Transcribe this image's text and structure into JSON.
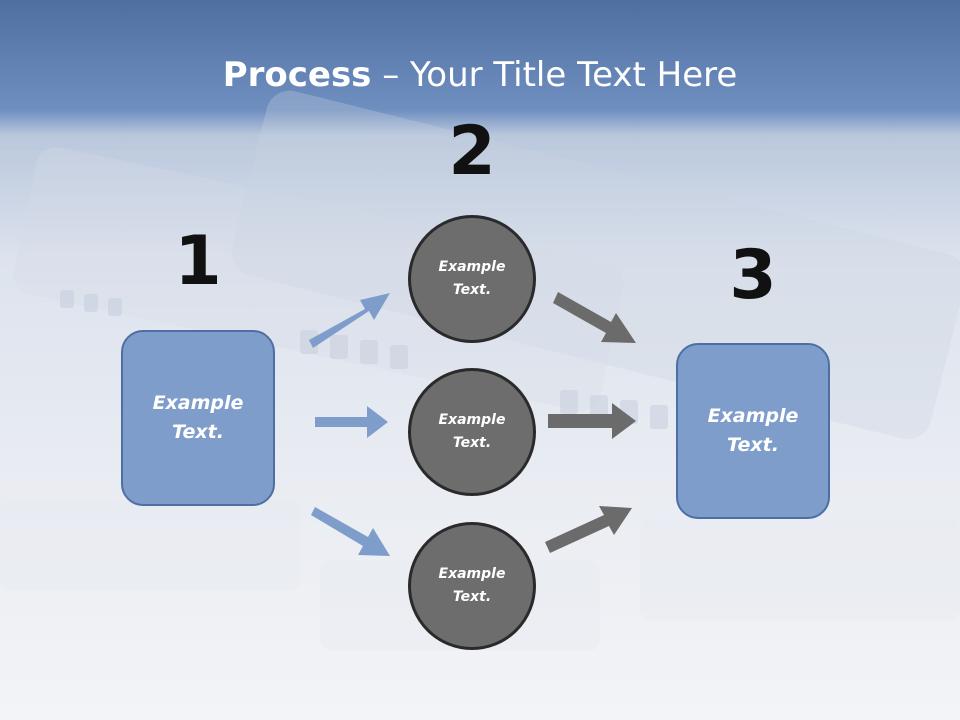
{
  "title": {
    "bold": "Process",
    "rest": " – Your Title Text Here"
  },
  "steps": [
    {
      "number": "1",
      "text": "Example Text."
    },
    {
      "number": "2",
      "items": [
        "Example Text.",
        "Example Text.",
        "Example Text."
      ]
    },
    {
      "number": "3",
      "text": "Example Text."
    }
  ],
  "colors": {
    "header": "#5a7bb0",
    "box_fill": "#7f9dcb",
    "box_border": "#4d6fa3",
    "circle_fill": "#6d6d6d",
    "circle_border": "#2a2a2a",
    "blue_arrow": "#7f9dcb",
    "gray_arrow": "#6b6b6b"
  }
}
